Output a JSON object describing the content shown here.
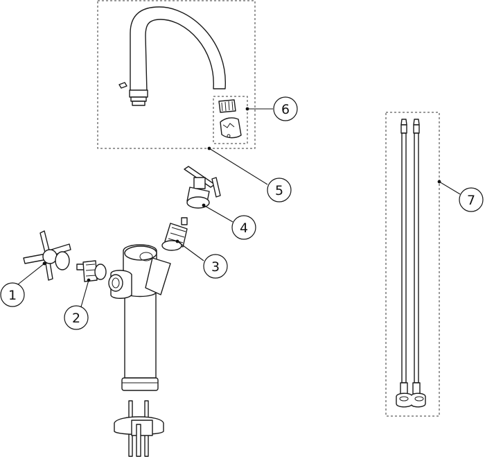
{
  "diagram": {
    "callouts": [
      {
        "id": "1",
        "label": "1"
      },
      {
        "id": "2",
        "label": "2"
      },
      {
        "id": "3",
        "label": "3"
      },
      {
        "id": "4",
        "label": "4"
      },
      {
        "id": "5",
        "label": "5"
      },
      {
        "id": "6",
        "label": "6"
      },
      {
        "id": "7",
        "label": "7"
      }
    ],
    "colors": {
      "line": "#1a1a1a",
      "background": "#ffffff"
    },
    "parts": [
      {
        "callout": "1",
        "icon": "cross-handle-icon"
      },
      {
        "callout": "2",
        "icon": "cartridge-icon"
      },
      {
        "callout": "3",
        "icon": "cartridge-icon"
      },
      {
        "callout": "4",
        "icon": "lever-handle-icon"
      },
      {
        "callout": "5",
        "icon": "spout-icon"
      },
      {
        "callout": "6",
        "icon": "aerator-icon"
      },
      {
        "callout": "7",
        "icon": "flex-hose-icon"
      }
    ]
  }
}
